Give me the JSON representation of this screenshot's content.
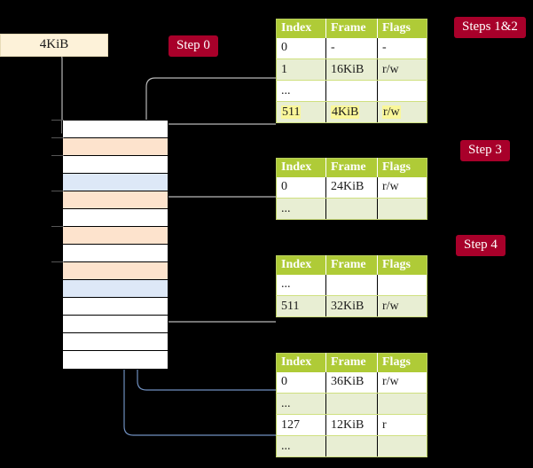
{
  "diagram": {
    "title_label": "4KiB",
    "steps": [
      {
        "id": "step0",
        "label": "Step 0"
      },
      {
        "id": "steps12",
        "label": "Steps 1&2"
      },
      {
        "id": "step3",
        "label": "Step 3"
      },
      {
        "id": "step4",
        "label": "Step 4"
      }
    ],
    "memory": {
      "name": "physical-memory-column",
      "rows": [
        {
          "fill": "white"
        },
        {
          "fill": "orange"
        },
        {
          "fill": "white"
        },
        {
          "fill": "blue"
        },
        {
          "fill": "orange"
        },
        {
          "fill": "white"
        },
        {
          "fill": "orange"
        },
        {
          "fill": "white"
        },
        {
          "fill": "orange"
        },
        {
          "fill": "blue"
        },
        {
          "fill": "white"
        },
        {
          "fill": "white"
        },
        {
          "fill": "white"
        },
        {
          "fill": "white"
        }
      ]
    },
    "tables": [
      {
        "name": "page-table-level-4",
        "headers": [
          "Index",
          "Frame",
          "Flags"
        ],
        "rows": [
          {
            "style": "plain",
            "cells": [
              "0",
              "-",
              "-"
            ],
            "highlight": false
          },
          {
            "style": "alt",
            "cells": [
              "1",
              "16KiB",
              "r/w"
            ],
            "highlight": false
          },
          {
            "style": "plain",
            "cells": [
              "...",
              "",
              ""
            ],
            "highlight": false
          },
          {
            "style": "alt",
            "cells": [
              "511",
              "4KiB",
              "r/w"
            ],
            "highlight": true
          }
        ]
      },
      {
        "name": "page-table-level-3",
        "headers": [
          "Index",
          "Frame",
          "Flags"
        ],
        "rows": [
          {
            "style": "plain",
            "cells": [
              "0",
              "24KiB",
              "r/w"
            ],
            "highlight": false
          },
          {
            "style": "alt",
            "cells": [
              "...",
              "",
              ""
            ],
            "highlight": false
          }
        ]
      },
      {
        "name": "page-table-level-2",
        "headers": [
          "Index",
          "Frame",
          "Flags"
        ],
        "rows": [
          {
            "style": "plain",
            "cells": [
              "...",
              "",
              ""
            ],
            "highlight": false
          },
          {
            "style": "alt",
            "cells": [
              "511",
              "32KiB",
              "r/w"
            ],
            "highlight": false
          }
        ]
      },
      {
        "name": "page-table-level-1",
        "headers": [
          "Index",
          "Frame",
          "Flags"
        ],
        "rows": [
          {
            "style": "plain",
            "cells": [
              "0",
              "36KiB",
              "r/w"
            ],
            "highlight": false
          },
          {
            "style": "alt",
            "cells": [
              "...",
              "",
              ""
            ],
            "highlight": false
          },
          {
            "style": "plain",
            "cells": [
              "127",
              "12KiB",
              "r"
            ],
            "highlight": false
          },
          {
            "style": "alt",
            "cells": [
              "...",
              "",
              ""
            ],
            "highlight": false
          }
        ]
      }
    ],
    "colors": {
      "background": "#000000",
      "badge": "#a8002a",
      "table_header": "#afcb37",
      "table_alt_row": "#e8eed3",
      "highlight": "#faf79a",
      "label_box": "#fdf2d9",
      "mem_orange": "#fde3cd",
      "mem_blue": "#dde8f7",
      "wire_gray": "#b8b8b8",
      "wire_blue": "#6f8fbf"
    }
  }
}
